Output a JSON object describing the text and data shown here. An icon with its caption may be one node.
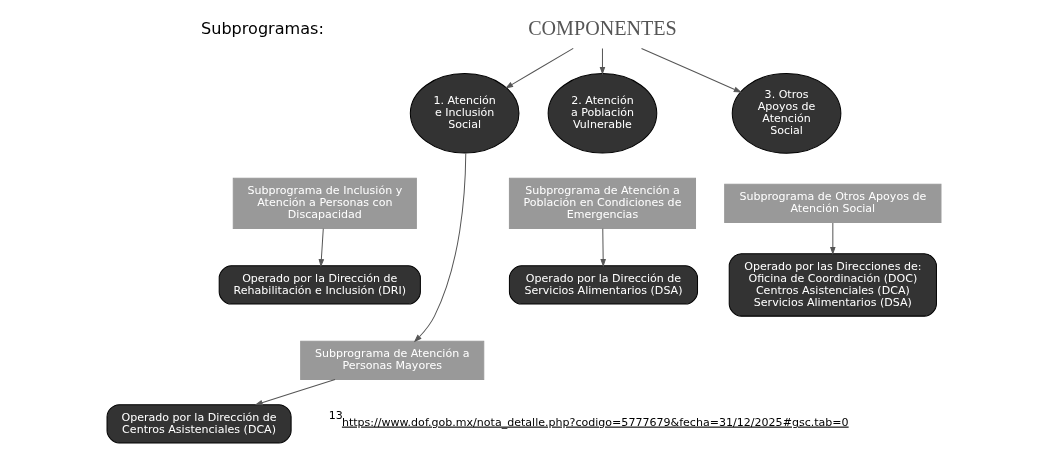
{
  "diagram": {
    "nodes": [
      {
        "text": [
          "COMPONENTES"
        ]
      },
      {
        "text": [
          "1. Atención e Inclusión Social"
        ]
      },
      {
        "text": [
          "2. Atención a Población Vulnerable"
        ]
      },
      {
        "text": [
          "3. Otros Apoyos de Atención Social"
        ]
      },
      {
        "text": [
          "Subprograma de Inclusión y Atención a Personas con Discapacidad"
        ]
      },
      {
        "text": [
          "Operado por la Dirección de Rehabilitación e Inclusión (DRI)"
        ]
      },
      {
        "text": [
          "Subprograma de Atención a Población en Condiciones de Emergencias"
        ]
      },
      {
        "text": [
          "Operado por la Dirección de Servicios Alimentarios (DSA)"
        ]
      },
      {
        "text": [
          "Subprograma de Otros Apoyos de Atención Social"
        ]
      },
      {
        "text": [
          "Operado por las Direcciones de:",
          "Oficina de Coordinación (DOC) Centros Asistenciales (DCA) Servicios Alimentarios (DSA)"
        ]
      },
      {
        "text": [
          "Subprograma de Atención a Personas Mayores"
        ]
      },
      {
        "text": [
          "Operado por la Dirección de Centros Asistenciales (DCA)"
        ]
      }
    ],
    "edges": [
      {
        "from": 0,
        "to": 1,
        "arrow": "to"
      },
      {
        "from": 0,
        "to": 2,
        "arrow": "to"
      },
      {
        "from": 0,
        "to": 3,
        "arrow": "to"
      },
      {
        "from": 1,
        "to": 10,
        "arrow": "to"
      },
      {
        "from": 4,
        "to": 5,
        "arrow": "to"
      },
      {
        "from": 6,
        "to": 7,
        "arrow": "to"
      },
      {
        "from": 8,
        "to": 9,
        "arrow": "to"
      },
      {
        "from": 10,
        "to": 11,
        "arrow": "to"
      }
    ],
    "labels": [
      "Subprogramas:",
      "13",
      "https://www.dof.gob.mx/nota_detalle.php?codigo=5777679&fecha=31/12/2025#gsc.tab=0"
    ]
  }
}
